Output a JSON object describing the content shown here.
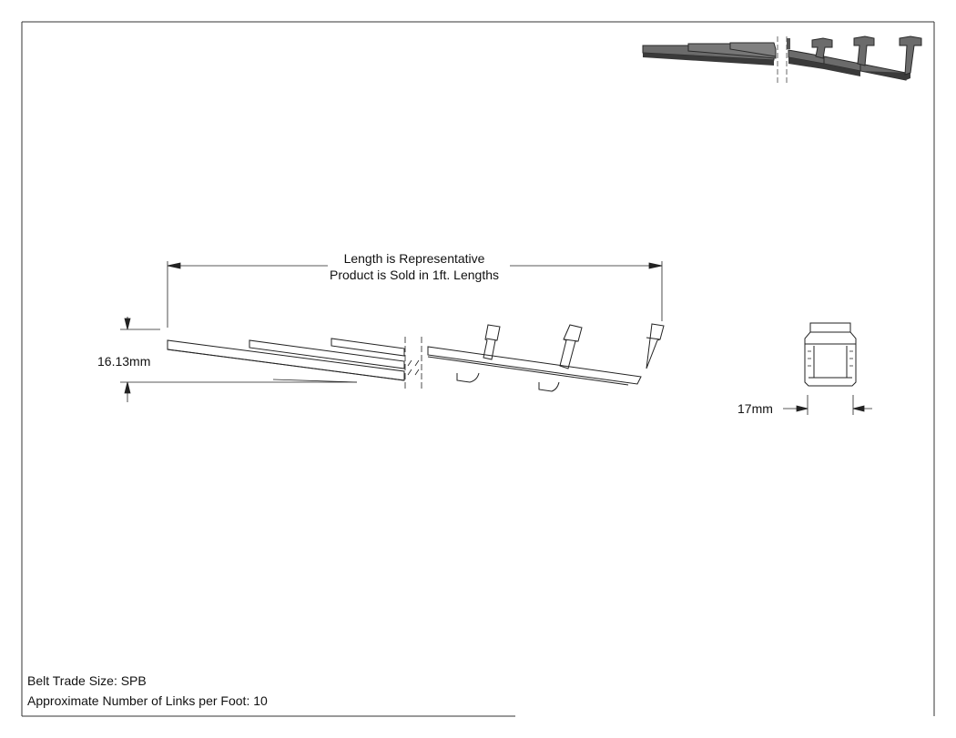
{
  "annotations": {
    "length_line1": "Length is Representative",
    "length_line2": "Product is Sold in 1ft. Lengths",
    "height_dim": "16.13mm",
    "width_dim": "17mm"
  },
  "title_block": {
    "belt_trade_size": "Belt Trade Size: SPB",
    "links_per_foot": "Approximate Number of Links per Foot: 10"
  },
  "colors": {
    "line": "#222222",
    "iso_fill": "#6b6b6b",
    "iso_dark": "#3a3a3a"
  }
}
